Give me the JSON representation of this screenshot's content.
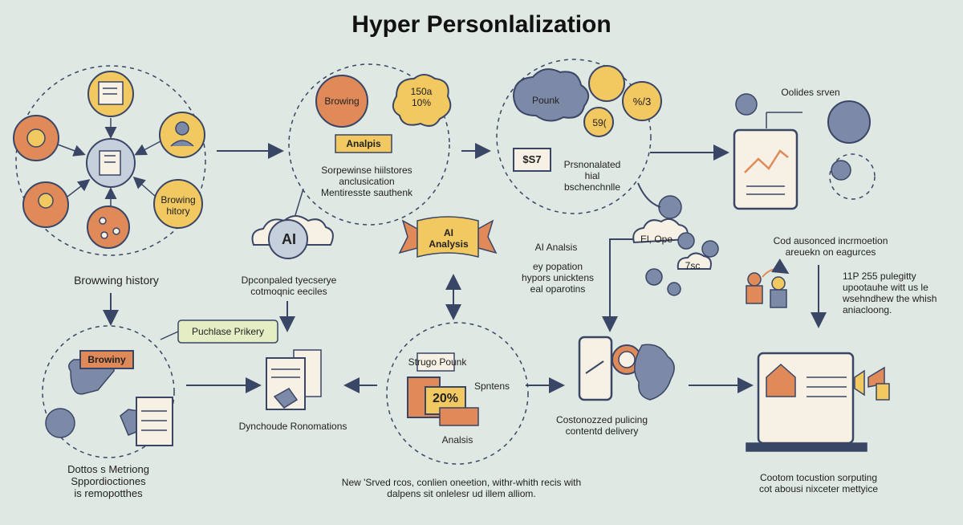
{
  "title": "Hyper Personlalization",
  "nodes": {
    "browsing_history": "Browwing  history",
    "browing_small": "Browing\nhitory",
    "browing_orange": "Browing",
    "pct_bubble": "150a\n10%",
    "analpis_tag": "Analpis",
    "sorpewinse": "Sorpewinse  hiilstores\nanclusication\nMentiresste sauthenk",
    "ai_cloud": "AI",
    "dpconpaled": "Dpconpaled tyecserye\ncotmoqnic eeciles",
    "pounk_cloud": "Pounk",
    "pct_a": "%/3",
    "pct_b": "59(",
    "dollar_tag": "$S7",
    "prsnonalated": "Prsnonalated\nhial\nbschenchnlle",
    "oolides": "Oolides srven",
    "ai_banner": "AI\nAnalysis",
    "ai_analsis": "AI Analsis",
    "ey_popation": "ey popation\nhypors unicktens\neal oparotins",
    "el_ope": "El, Ope",
    "seven_sc": "7sc",
    "cod_ausonced": "Cod ausonced incrmoetion\nareuekn on eagurces",
    "p255": "11P 255 pulegitty\nupootauhe witt us le\nwsehndhew the whish\naniacloong.",
    "purchase_pill": "Puchlase Prikery",
    "browiny_box": "Browiny",
    "dotters": "Dottos s Metriong\nSppordioctiones\nis remopotthes",
    "dynchoude": "Dynchoude Ronomations",
    "strugo": "Strugo Pounk",
    "twenty": "20%",
    "spntens": "Spntens",
    "analsis_small": "Analsis",
    "new_srved": "New 'Srved rcos, conlien oneetion, withr-whith recis with\ndalpens sit onlelesr ud illem alliom.",
    "costonozzed": "Costonozzed pulicing\ncontentd delivery",
    "cotom": "Cootom tocustion sorputing\ncot abousi nixceter mettyice"
  },
  "colors": {
    "background": "#dfe8e2",
    "orange": "#e08a5a",
    "yellow": "#f2c860",
    "navy": "#3a4666",
    "slate": "#7c8aa8",
    "cream": "#f6f1e4",
    "light_green": "#e4edc4"
  }
}
